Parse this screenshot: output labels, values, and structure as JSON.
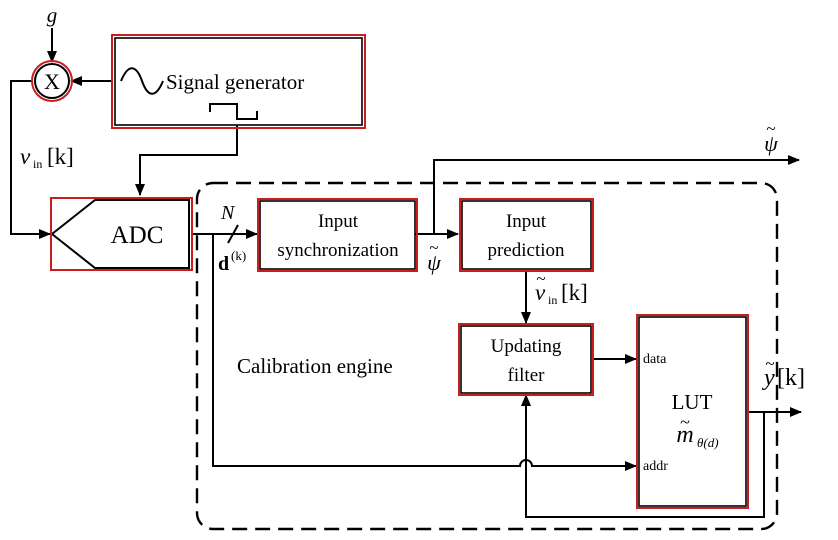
{
  "blocks": {
    "signal_generator": "Signal generator",
    "adc": "ADC",
    "input_sync": [
      "Input",
      "synchronization"
    ],
    "input_prediction": [
      "Input",
      "prediction"
    ],
    "updating_filter": [
      "Updating",
      "filter"
    ],
    "lut": "LUT"
  },
  "region": {
    "calibration_engine": "Calibration engine"
  },
  "signals": {
    "g": "g",
    "mixer_symbol": "X",
    "v_in": "v",
    "v_in_sub": "in",
    "k_index": "[k]",
    "bus_width": "N",
    "d_vector": "d",
    "d_superscript": "(k)",
    "psi": "ψ",
    "v_in_tilde": "v",
    "y": "y",
    "m": "m",
    "m_subscript": "θ(d)",
    "tilde": "~"
  },
  "ports": {
    "data": "data",
    "addr": "addr"
  }
}
